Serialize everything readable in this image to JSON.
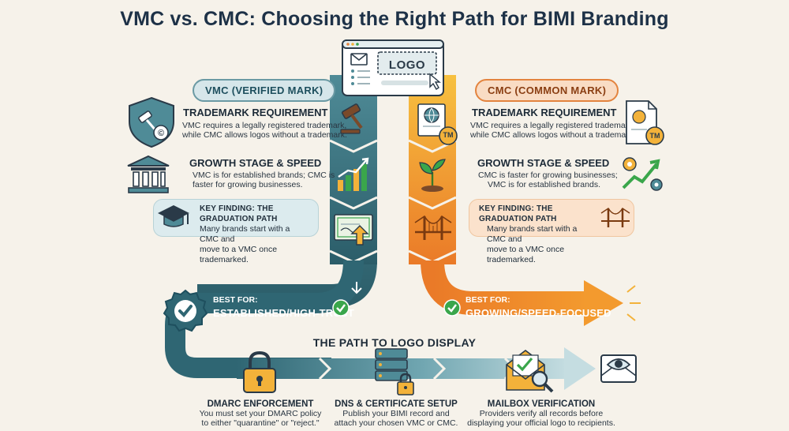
{
  "title": "VMC vs. CMC: Choosing the Right Path for BIMI Branding",
  "browser": {
    "logo_text": "LOGO"
  },
  "vmc": {
    "label": "VMC (VERIFIED MARK)",
    "trademark": {
      "heading": "TRADEMARK REQUIREMENT",
      "line1": "VMC requires a legally registered trademark,",
      "line2": "while CMC allows logos without a trademark."
    },
    "growth": {
      "heading": "GROWTH STAGE & SPEED",
      "line1": "VMC is for established brands; CMC is",
      "line2": "faster for growing businesses."
    },
    "key_finding": {
      "heading": "KEY FINDING: THE GRADUATION PATH",
      "line1": "Many brands start with a CMC and",
      "line2": "move to a VMC once trademarked."
    },
    "best_for": {
      "label": "BEST FOR:",
      "value": "ESTABLISHED/HIGH-TRUST"
    }
  },
  "cmc": {
    "label": "CMC (COMMON MARK)",
    "trademark": {
      "heading": "TRADEMARK REQUIREMENT",
      "line1": "VMC requires a legally registered trademark,",
      "line2": "while CMC allows logos without a trademark."
    },
    "growth": {
      "heading": "GROWTH STAGE & SPEED",
      "line1": "CMC is faster for growing businesses;",
      "line2": "VMC is for established brands."
    },
    "key_finding": {
      "heading": "KEY FINDING: THE GRADUATION PATH",
      "line1": "Many brands start with a CMC and",
      "line2": "move to a VMC once trademarked."
    },
    "best_for": {
      "label": "BEST FOR:",
      "value": "GROWING/SPEED-FOCUSED"
    },
    "tm_badge": "TM"
  },
  "path": {
    "title": "THE PATH TO LOGO DISPLAY",
    "steps": [
      {
        "heading": "DMARC ENFORCEMENT",
        "line1": "You must set your DMARC policy",
        "line2": "to either \"quarantine\" or \"reject.\""
      },
      {
        "heading": "DNS & CERTIFICATE SETUP",
        "line1": "Publish your BIMI record and",
        "line2": "attach your chosen VMC or CMC."
      },
      {
        "heading": "MAILBOX VERIFICATION",
        "line1": "Providers verify all records before",
        "line2": "displaying your official logo to recipients."
      }
    ]
  },
  "colors": {
    "teal": "#2f6673",
    "teal_light": "#4f8b97",
    "orange": "#ee8a2c",
    "orange_light": "#f6b13a",
    "background": "#f6f2ea",
    "green_check": "#3aa64b"
  },
  "icons": [
    "browser-window-icon",
    "mail-icon",
    "cursor-icon",
    "shield-gavel-icon",
    "gavel-icon",
    "bank-icon",
    "bar-chart-icon",
    "graduation-cap-icon",
    "certificate-icon",
    "globe-certificate-icon",
    "sprout-icon",
    "bridge-icon",
    "gear-chart-icon",
    "badge-check-icon",
    "padlock-icon",
    "server-lock-icon",
    "envelope-magnifier-icon",
    "eye-envelope-icon"
  ]
}
